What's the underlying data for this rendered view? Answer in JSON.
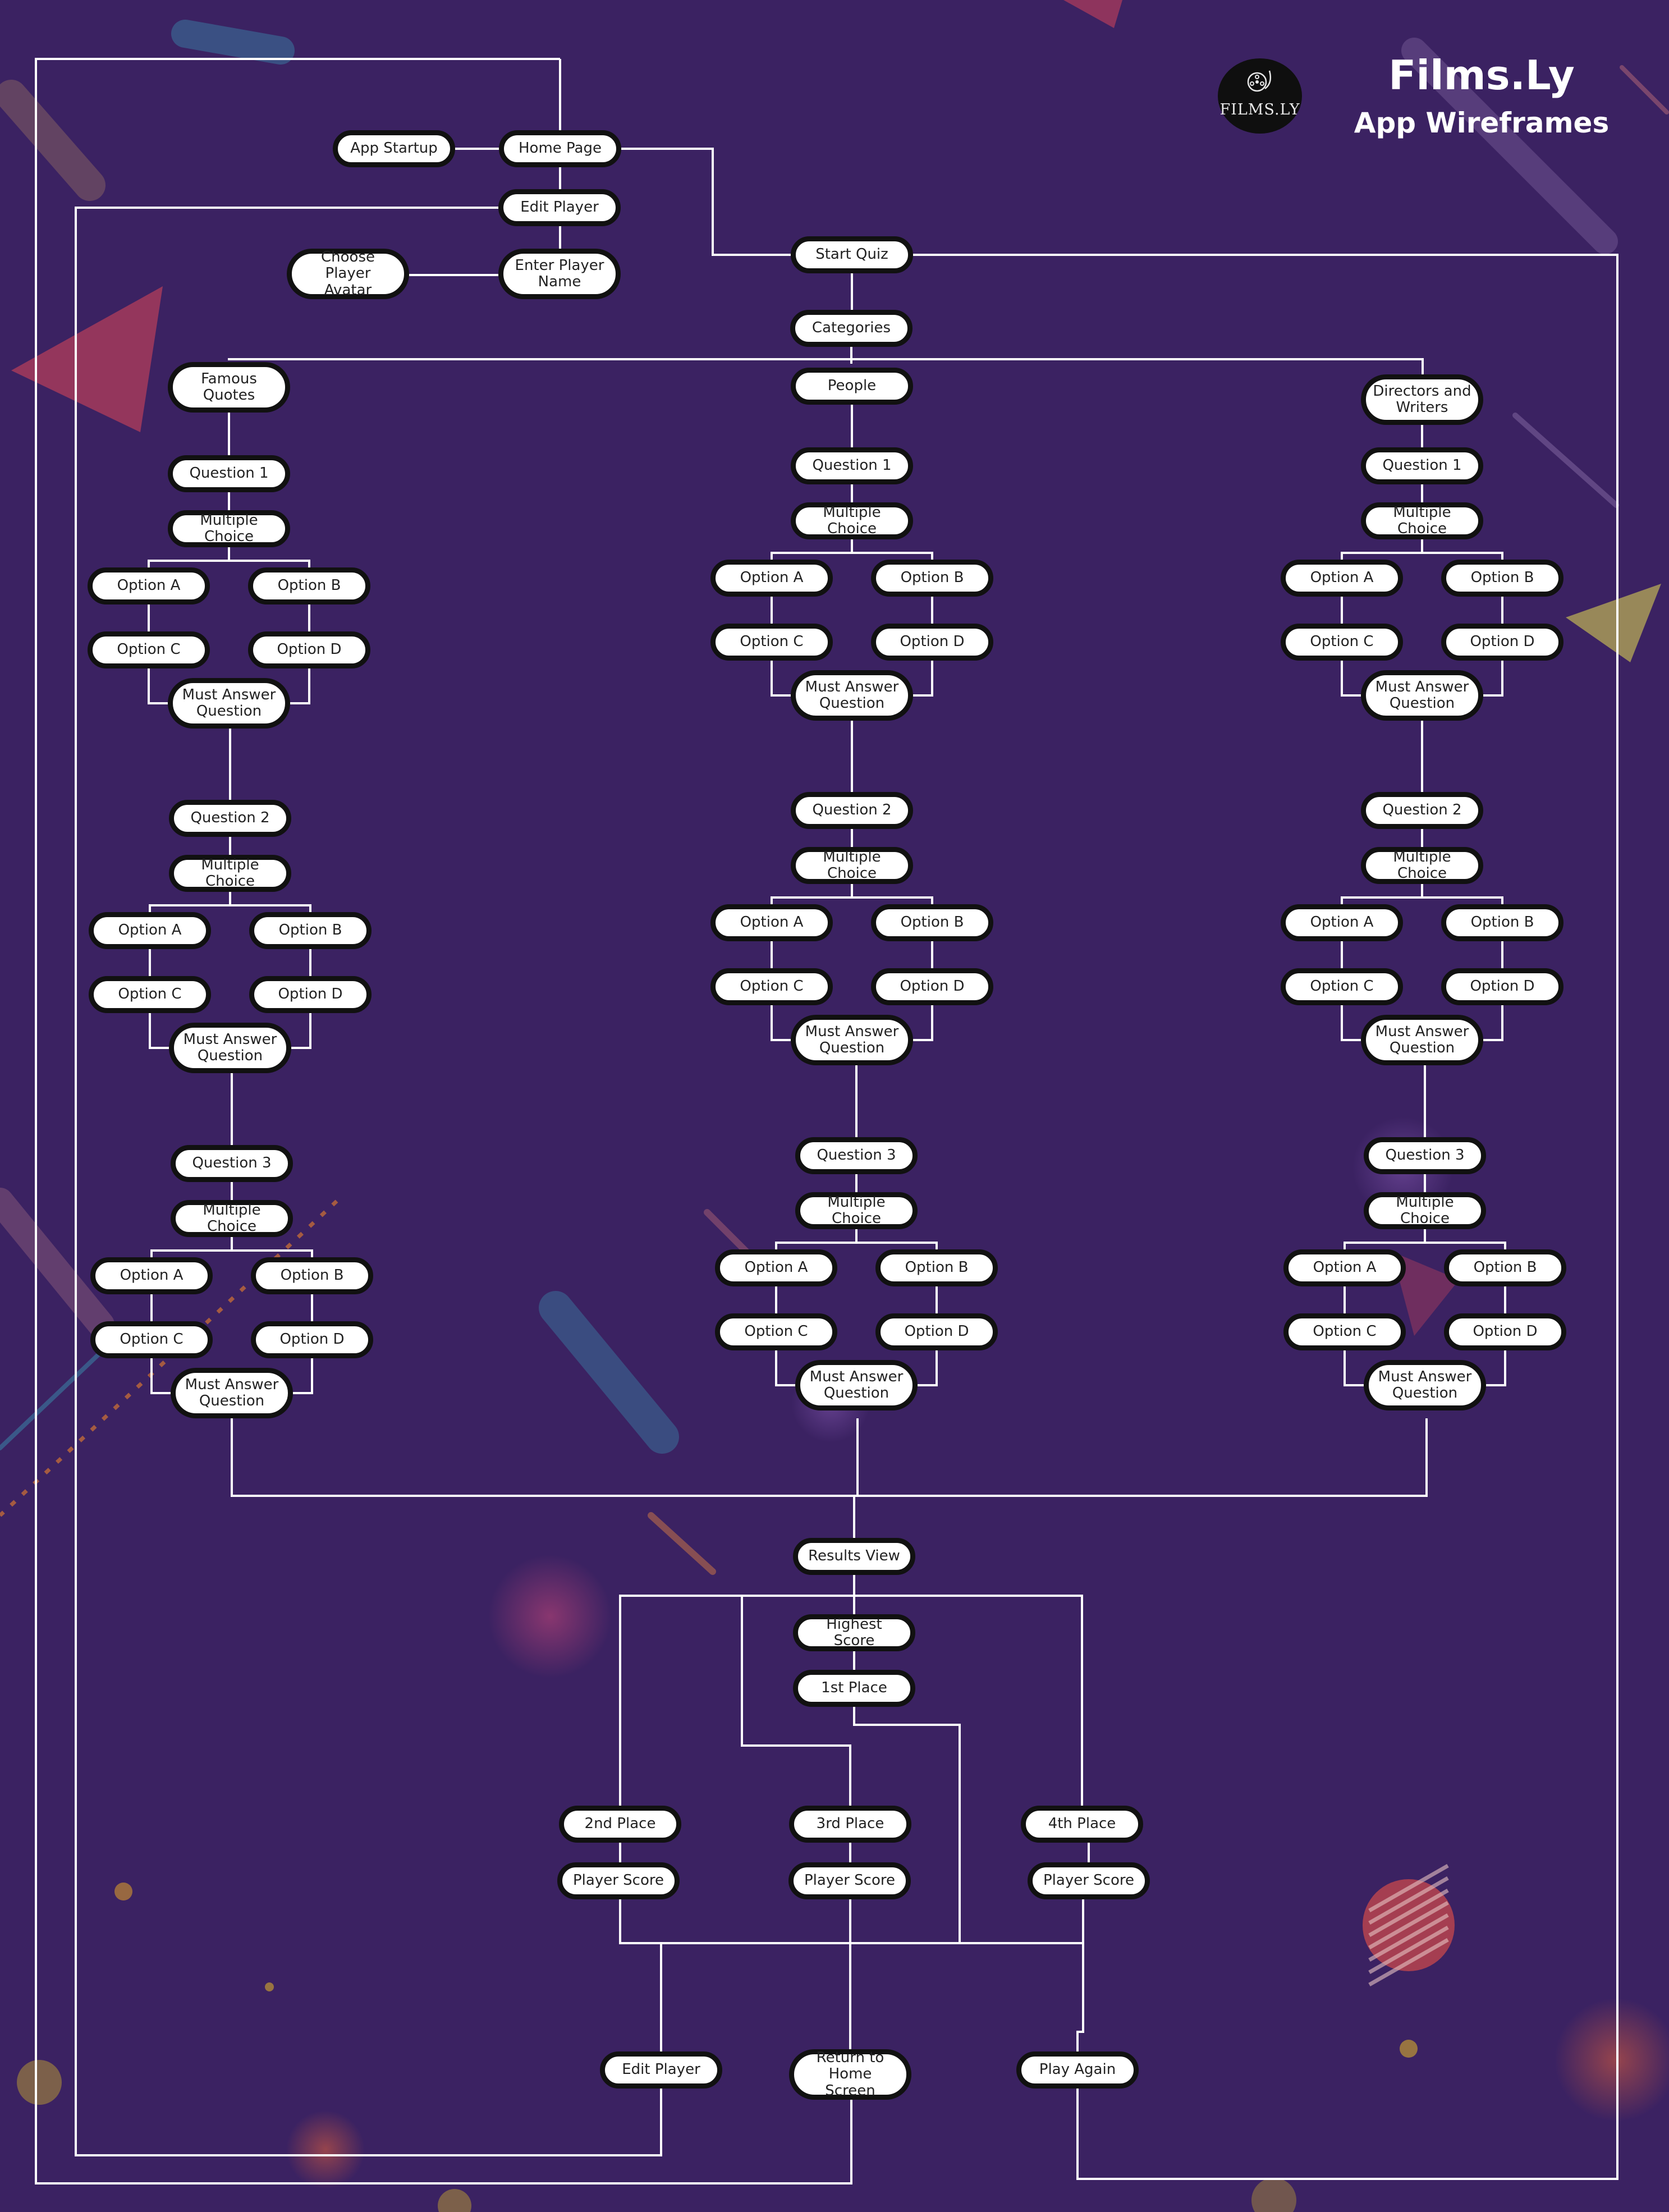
{
  "brand": {
    "logo_text": "FILMS.LY",
    "name": "Films.Ly",
    "subtitle": "App Wireframes"
  },
  "nodes": {
    "app_startup": "App Startup",
    "home_page": "Home Page",
    "edit_player_top": "Edit Player",
    "choose_avatar": "Choose Player\nAvatar",
    "enter_name": "Enter Player\nName",
    "start_quiz": "Start Quiz",
    "categories": "Categories",
    "results_view": "Results View",
    "highest_score": "Highest Score",
    "first_place": "1st Place",
    "second_place": "2nd Place",
    "third_place": "3rd Place",
    "fourth_place": "4th Place",
    "player_score": "Player Score",
    "edit_player_bottom": "Edit Player",
    "return_home": "Return to Home\nScreen",
    "play_again": "Play Again"
  },
  "category_names": [
    "Famous\nQuotes",
    "People",
    "Directors and\nWriters"
  ],
  "question_block": {
    "questions": [
      "Question 1",
      "Question 2",
      "Question 3"
    ],
    "multiple_choice": "Multiple Choice",
    "options": [
      "Option A",
      "Option B",
      "Option C",
      "Option D"
    ],
    "must_answer": "Must Answer\nQuestion"
  },
  "colors": {
    "background": "#3b2262",
    "line": "#ffffff",
    "node_fill": "#ffffff",
    "node_border": "#111111",
    "node_text": "#222222"
  }
}
